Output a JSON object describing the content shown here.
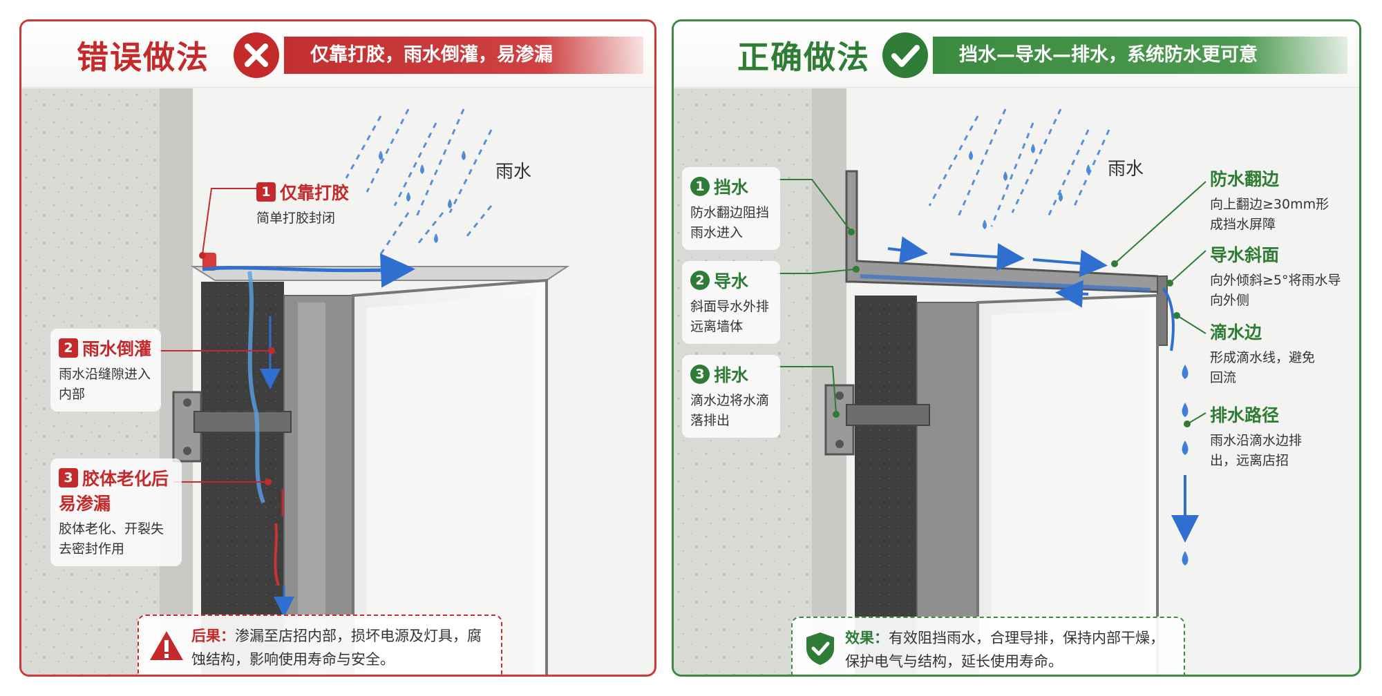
{
  "wrong": {
    "title": "错误做法",
    "badge_icon": "x-circle-icon",
    "banner": "仅靠打胶，雨水倒灌，易渗漏",
    "rain_label": "雨水",
    "callouts": [
      {
        "num": "1",
        "title": "仅靠打胶",
        "desc": "简单打胶封闭"
      },
      {
        "num": "2",
        "title": "雨水倒灌",
        "desc": "雨水沿缝隙进入内部"
      },
      {
        "num": "3",
        "title": "胶体老化后易渗漏",
        "desc": "胶体老化、开裂失去密封作用"
      }
    ],
    "result": {
      "label": "后果：",
      "text": "渗漏至店招内部，损坏电源及灯具，腐蚀结构，影响使用寿命与安全。"
    },
    "accent_color": "#c42a2c"
  },
  "right": {
    "title": "正确做法",
    "badge_icon": "check-circle-icon",
    "banner": "挡水—导水—排水，系统防水更可意",
    "rain_label": "雨水",
    "callouts": [
      {
        "num": "1",
        "title": "挡水",
        "desc": "防水翻边阻挡雨水进入"
      },
      {
        "num": "2",
        "title": "导水",
        "desc": "斜面导水外排远离墙体"
      },
      {
        "num": "3",
        "title": "排水",
        "desc": "滴水边将水滴落排出"
      }
    ],
    "side_labels": [
      {
        "title": "防水翻边",
        "desc": "向上翻边≥30mm形成挡水屏障"
      },
      {
        "title": "导水斜面",
        "desc": "向外倾斜≥5°将雨水导向外侧"
      },
      {
        "title": "滴水边",
        "desc": "形成滴水线，避免回流"
      },
      {
        "title": "排水路径",
        "desc": "雨水沿滴水边排出，远离店招"
      }
    ],
    "result": {
      "label": "效果：",
      "text": "有效阻挡雨水，合理导排，保持内部干燥，保护电气与结构，延长使用寿命。"
    },
    "accent_color": "#2e7c35"
  }
}
